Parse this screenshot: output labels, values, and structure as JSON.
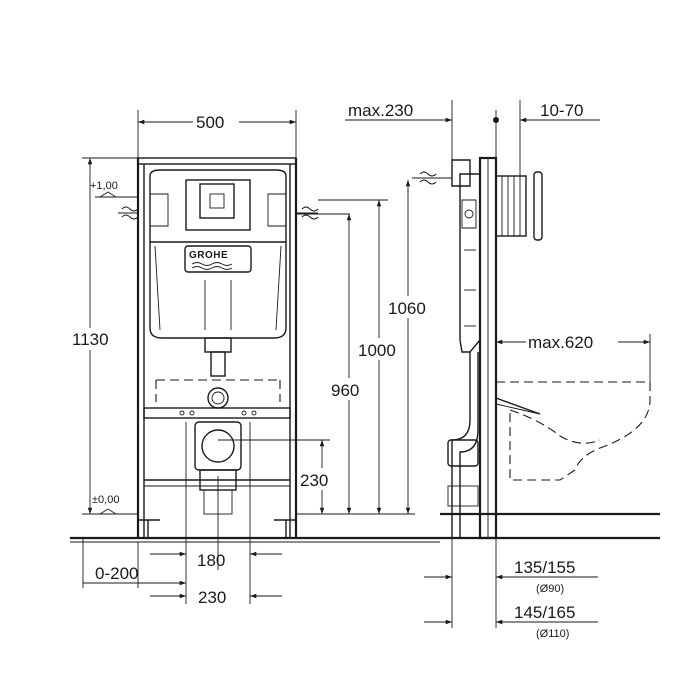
{
  "dimensions": {
    "frame_width": "500",
    "max_230": "max.230",
    "range_10_70": "10-70",
    "plus_level": "+1,00",
    "zero_level": "±0,00",
    "height_1130": "1130",
    "height_1060": "1060",
    "height_1000": "1000",
    "height_960": "960",
    "height_230": "230",
    "max_620": "max.620",
    "range_0_200": "0-200",
    "width_180": "180",
    "width_230": "230",
    "drain_135_155": "135/155",
    "diam_90": "(Ø90)",
    "drain_145_165": "145/165",
    "diam_110": "(Ø110)"
  },
  "logo": {
    "text": "GROHE"
  },
  "colors": {
    "line": "#1a1a1a",
    "background": "#ffffff"
  }
}
